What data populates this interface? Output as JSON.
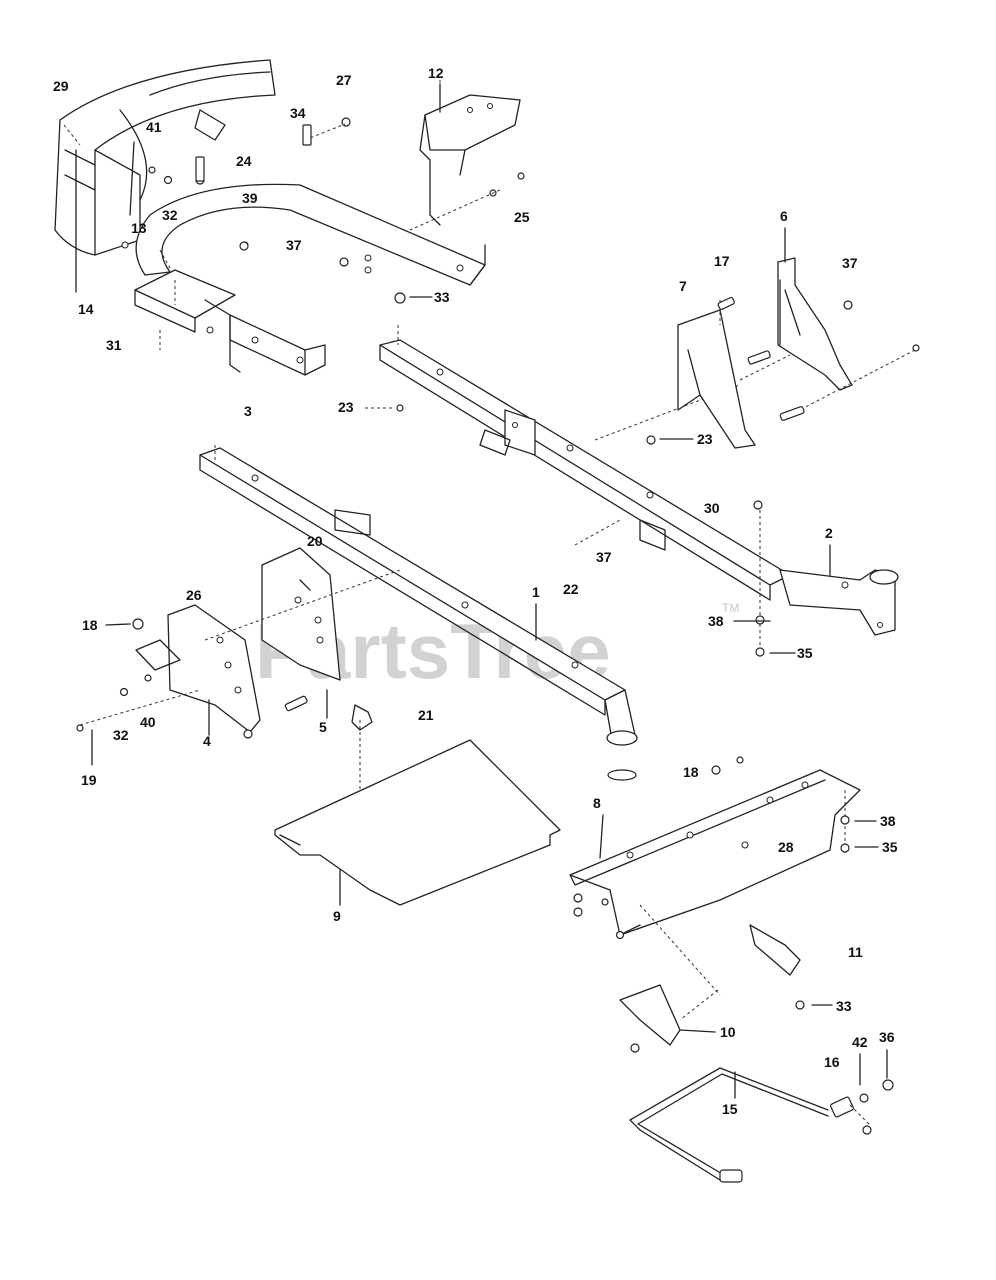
{
  "watermark": {
    "text": "PartsTree",
    "tm": "TM"
  },
  "callouts": [
    "29",
    "27",
    "12",
    "34",
    "41",
    "24",
    "13",
    "32",
    "39",
    "25",
    "37",
    "14",
    "33",
    "6",
    "17",
    "37",
    "7",
    "31",
    "3",
    "23",
    "23",
    "30",
    "2",
    "20",
    "37",
    "22",
    "1",
    "26",
    "18",
    "38",
    "35",
    "32",
    "40",
    "4",
    "5",
    "19",
    "21",
    "18",
    "8",
    "38",
    "35",
    "28",
    "9",
    "11",
    "33",
    "10",
    "16",
    "42",
    "36",
    "15"
  ]
}
